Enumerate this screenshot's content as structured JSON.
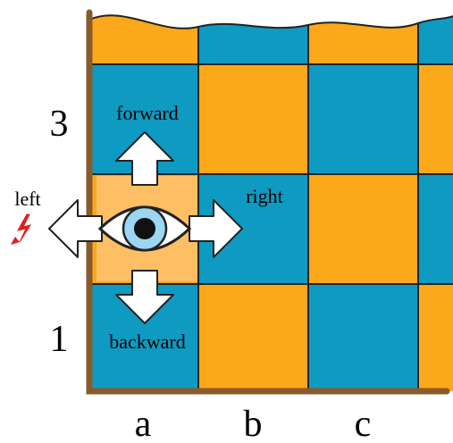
{
  "labels": {
    "forward": "forward",
    "backward": "backward",
    "left": "left",
    "right": "right"
  },
  "ranks": [
    "1",
    "3"
  ],
  "files": [
    "a",
    "b",
    "c"
  ],
  "colors": {
    "orange": "#FBA81A",
    "teal": "#0E9AC1",
    "highlight": "#FDBE64",
    "edge": "#8A5A2B",
    "eye_iris": "#9BD6F2",
    "bolt": "#E0201E"
  },
  "icons": {
    "eye": "eye-icon",
    "arrows": [
      "arrow-up-icon",
      "arrow-down-icon",
      "arrow-left-icon",
      "arrow-right-icon"
    ],
    "warning": "lightning-bolt-icon"
  }
}
